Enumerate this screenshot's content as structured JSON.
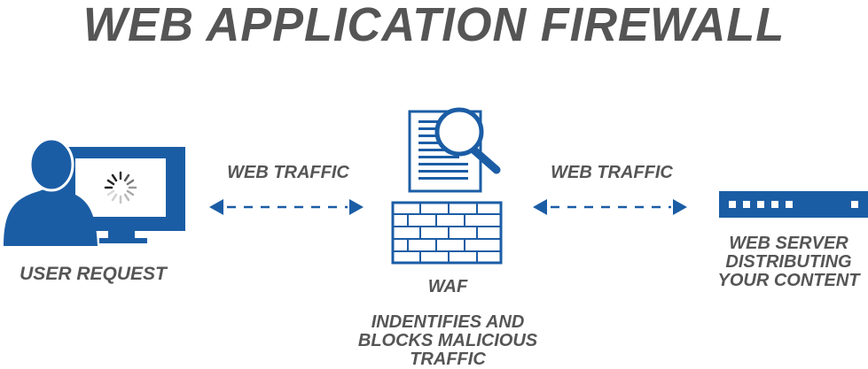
{
  "title": "WEB APPLICATION FIREWALL",
  "colors": {
    "accent": "#1b5da5",
    "text": "#555555",
    "background": "#ffffff"
  },
  "traffic": {
    "left": "WEB TRAFFIC",
    "right": "WEB TRAFFIC"
  },
  "user": {
    "label": "USER REQUEST",
    "icons": [
      "person-icon",
      "monitor-icon",
      "loading-spinner-icon"
    ]
  },
  "waf": {
    "label": "WAF",
    "description_lines": [
      "INDENTIFIES AND",
      "BLOCKS MALICIOUS",
      "TRAFFIC"
    ],
    "icons": [
      "document-icon",
      "magnifier-icon",
      "brick-wall-icon"
    ]
  },
  "server": {
    "label_lines": [
      "WEB SERVER",
      "DISTRIBUTING",
      "YOUR CONTENT"
    ],
    "icons": [
      "server-rack-icon"
    ]
  }
}
